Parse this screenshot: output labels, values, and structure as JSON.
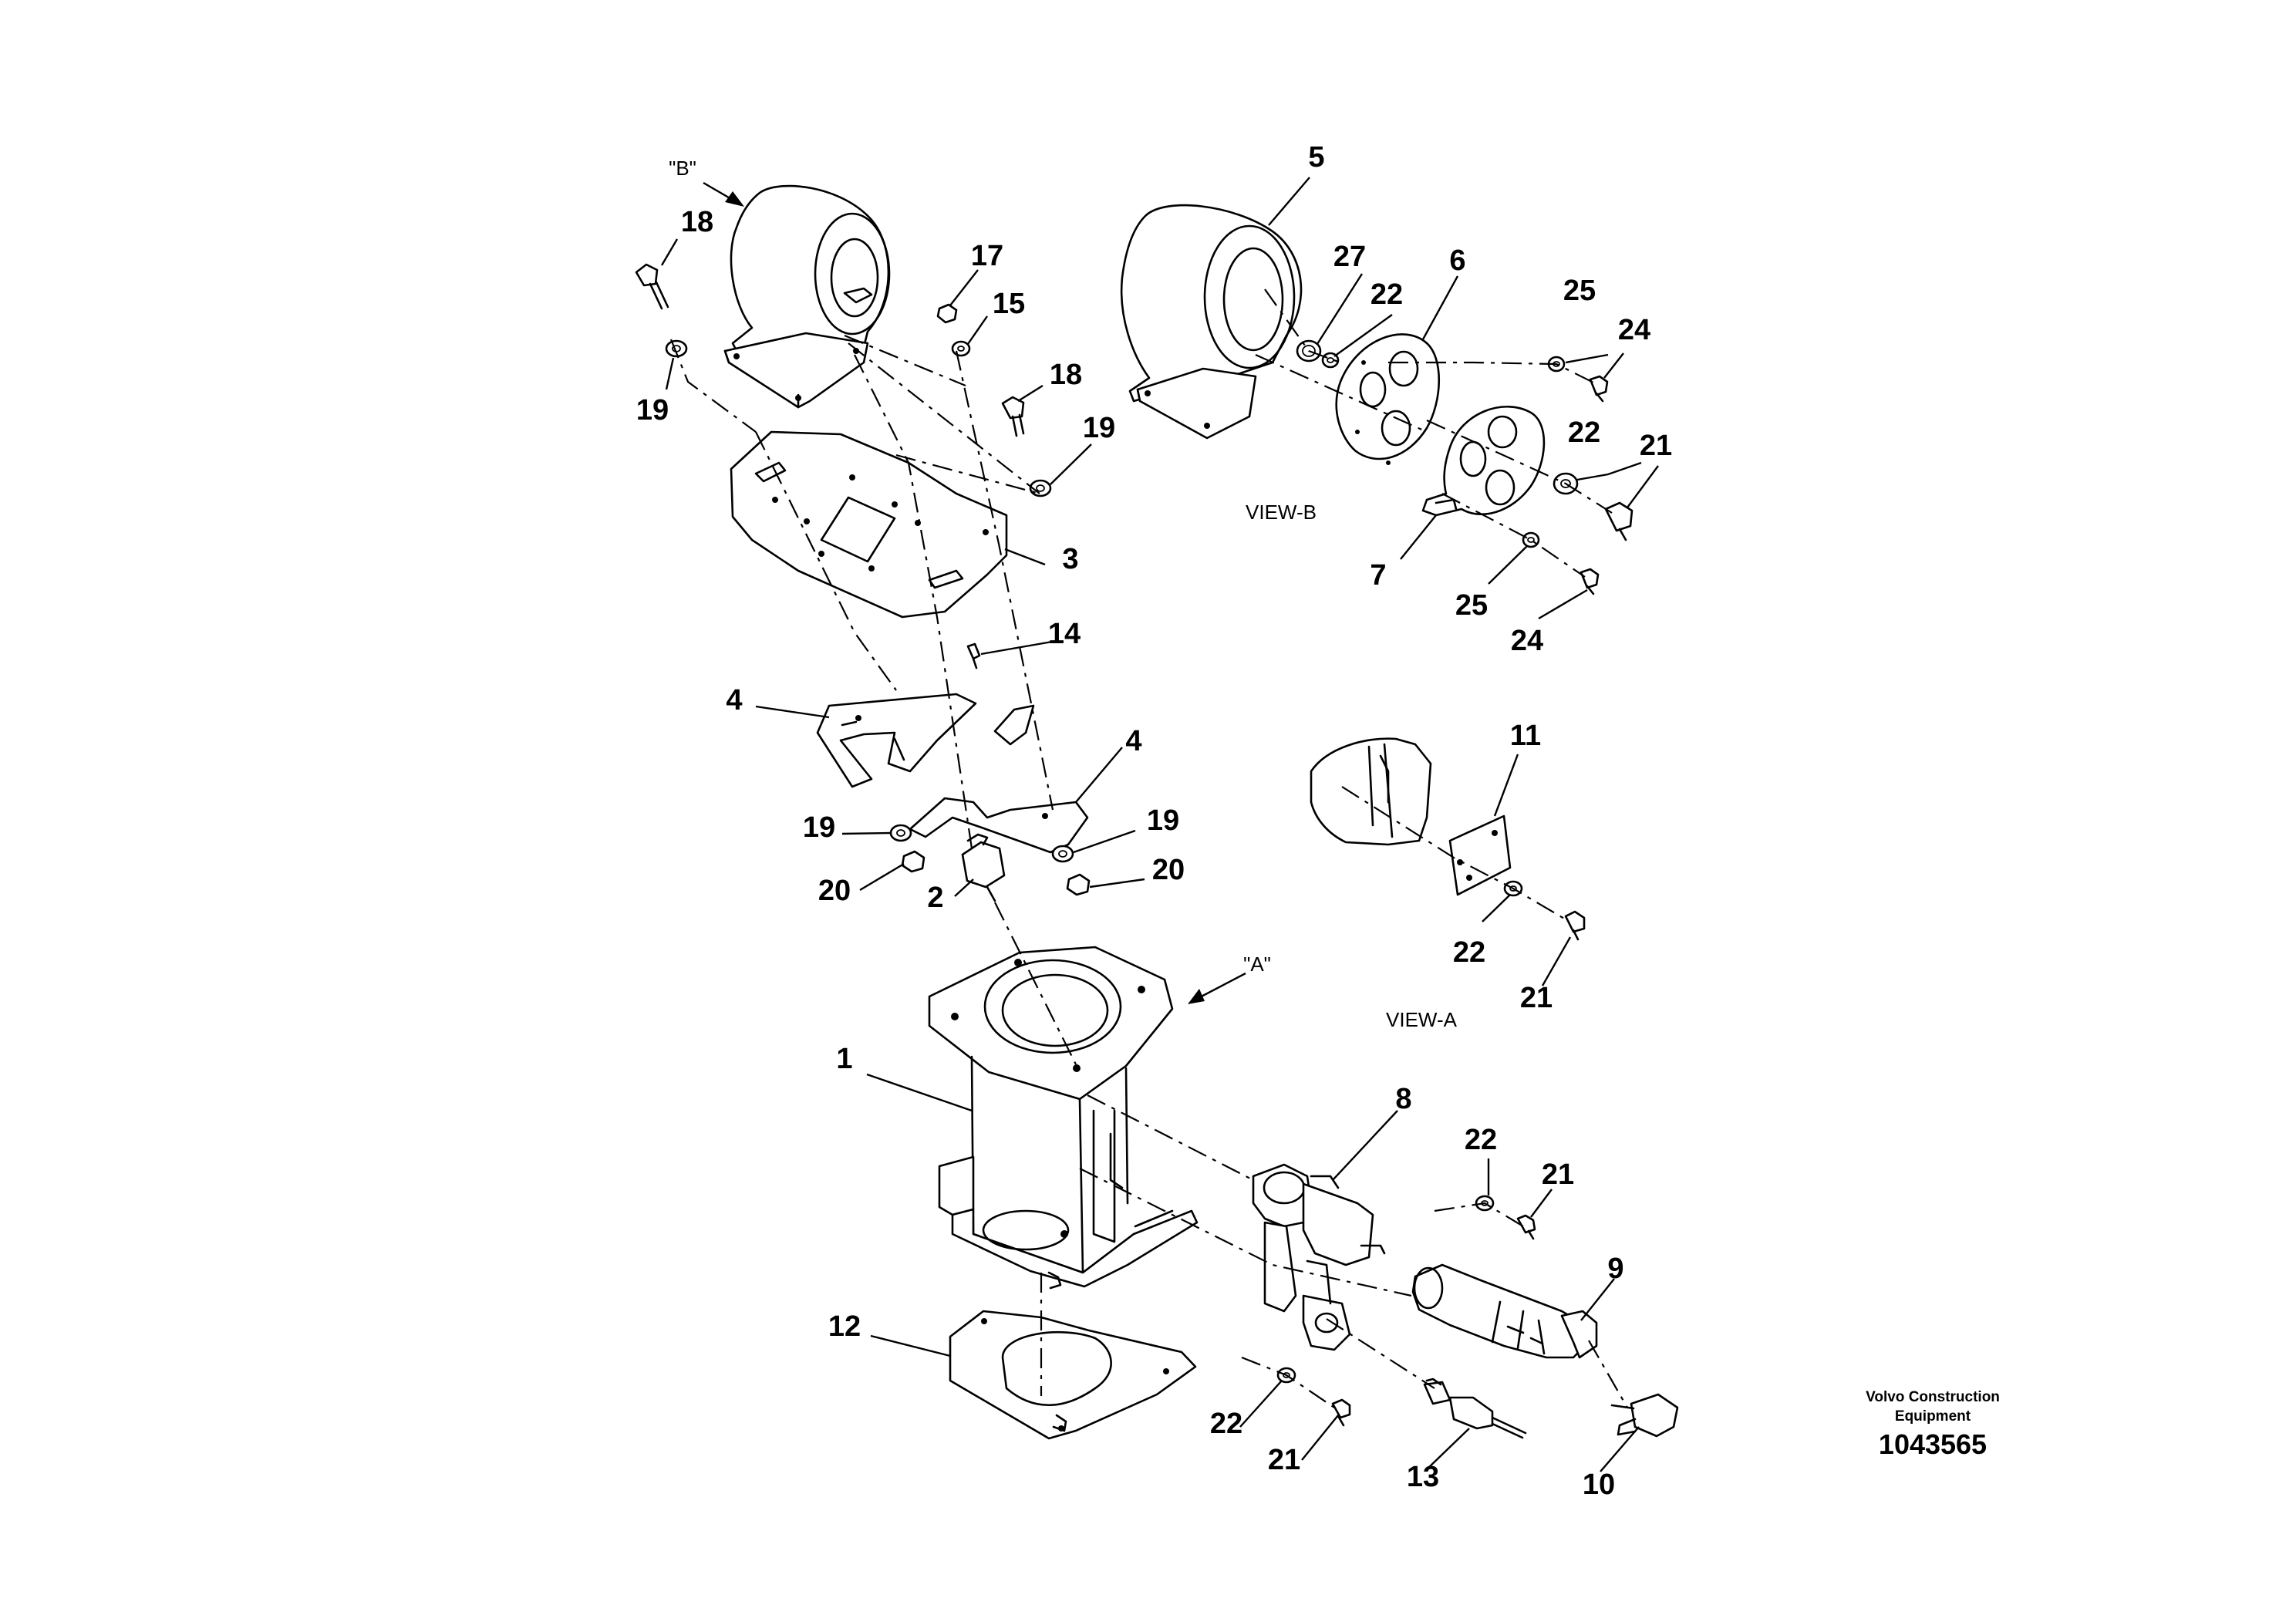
{
  "callouts": {
    "c1": "1",
    "c2": "2",
    "c3": "3",
    "c4a": "4",
    "c4b": "4",
    "c5": "5",
    "c6": "6",
    "c7": "7",
    "c8": "8",
    "c9": "9",
    "c10": "10",
    "c11": "11",
    "c12": "12",
    "c13": "13",
    "c14": "14",
    "c15": "15",
    "c17": "17",
    "c18a": "18",
    "c18b": "18",
    "c19a": "19",
    "c19b": "19",
    "c19c": "19",
    "c19d": "19",
    "c20a": "20",
    "c20b": "20",
    "c21a": "21",
    "c21b": "21",
    "c21c": "21",
    "c21d": "21",
    "c22a": "22",
    "c22b": "22",
    "c22c": "22",
    "c22d": "22",
    "c22e": "22",
    "c24a": "24",
    "c24b": "24",
    "c25a": "25",
    "c25b": "25",
    "c27": "27"
  },
  "views": {
    "view_b_label": "VIEW-B",
    "view_a_label": "VIEW-A",
    "arrow_b": "\"B\"",
    "arrow_a": "\"A\""
  },
  "title_block": {
    "brand_line1": "Volvo Construction",
    "brand_line2": "Equipment",
    "document_number": "1043565"
  }
}
